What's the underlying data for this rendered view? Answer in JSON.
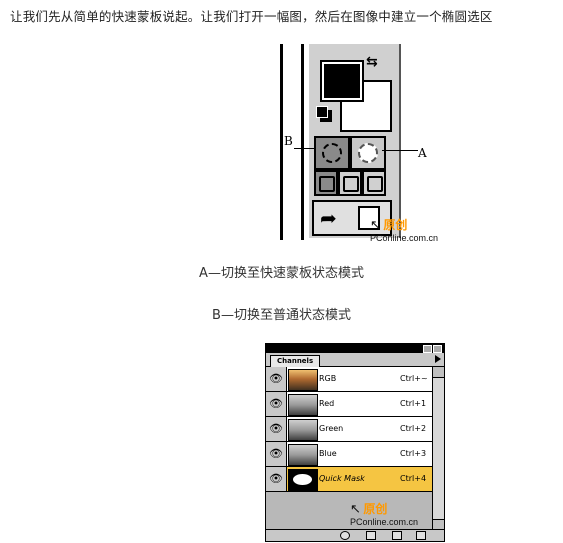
{
  "intro_text": "让我们先从简单的快速蒙板说起。让我们打开一幅图，然后在图像中建立一个椭圆选区",
  "toolbox": {
    "label_b": "B",
    "label_a": "A"
  },
  "watermark": {
    "yuan": "原创",
    "site": "PConline.com.cn"
  },
  "captions": {
    "a": "A—切换至快速蒙板状态模式",
    "b": "B—切换至普通状态模式"
  },
  "palette": {
    "tab_label": "Channels",
    "channels": [
      {
        "name": "RGB",
        "shortcut": "Ctrl+~",
        "thumb": "rgb"
      },
      {
        "name": "Red",
        "shortcut": "Ctrl+1",
        "thumb": "gray"
      },
      {
        "name": "Green",
        "shortcut": "Ctrl+2",
        "thumb": "gray"
      },
      {
        "name": "Blue",
        "shortcut": "Ctrl+3",
        "thumb": "gray"
      },
      {
        "name": "Quick Mask",
        "shortcut": "Ctrl+4",
        "thumb": "mask"
      }
    ],
    "highlight_color": "#f5c542"
  }
}
